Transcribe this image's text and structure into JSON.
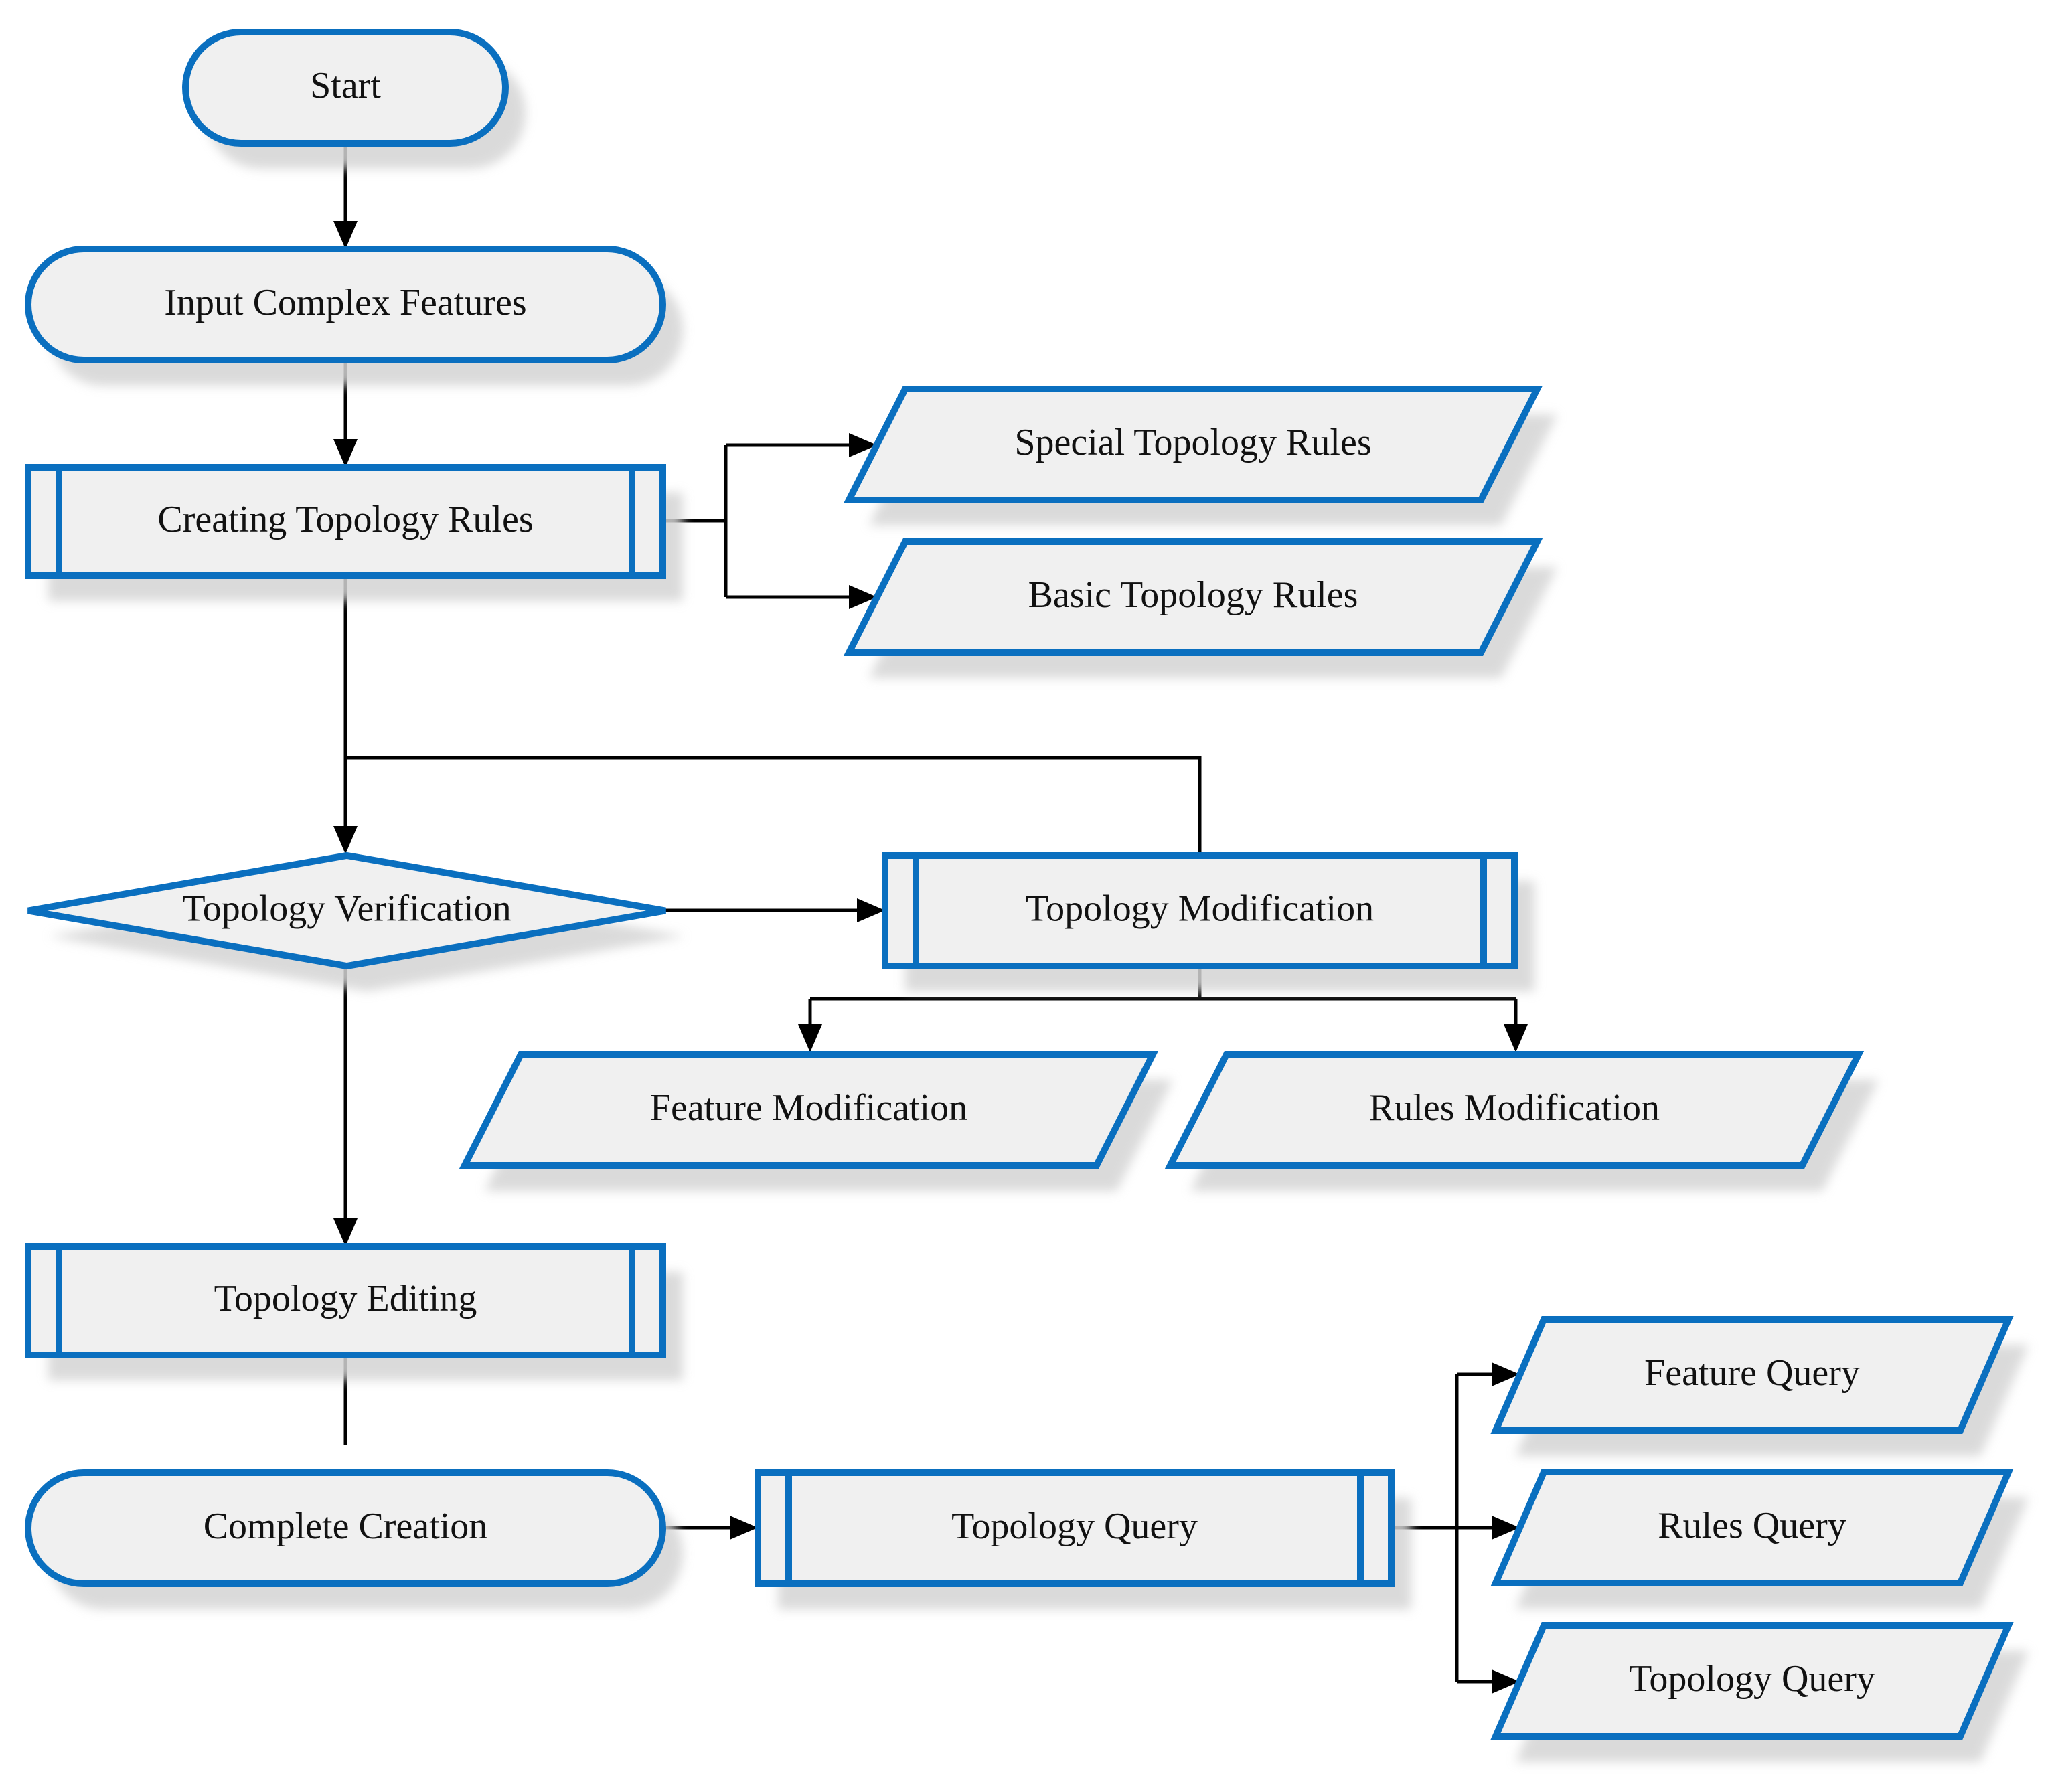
{
  "colors": {
    "stroke": "#0a6fbf",
    "fill": "#f0f0f0",
    "shadow": "#d4d4d4",
    "connector": "#000000"
  },
  "nodes": {
    "start": "Start",
    "input_complex_features": "Input Complex Features",
    "creating_topology_rules": "Creating Topology Rules",
    "special_topology_rules": "Special Topology Rules",
    "basic_topology_rules": "Basic Topology Rules",
    "topology_verification": "Topology Verification",
    "topology_modification": "Topology Modification",
    "feature_modification": "Feature Modification",
    "rules_modification": "Rules Modification",
    "topology_editing": "Topology Editing",
    "complete_creation": "Complete Creation",
    "topology_query": "Topology Query",
    "feature_query": "Feature Query",
    "rules_query": "Rules Query",
    "topology_query_output": "Topology Query"
  }
}
